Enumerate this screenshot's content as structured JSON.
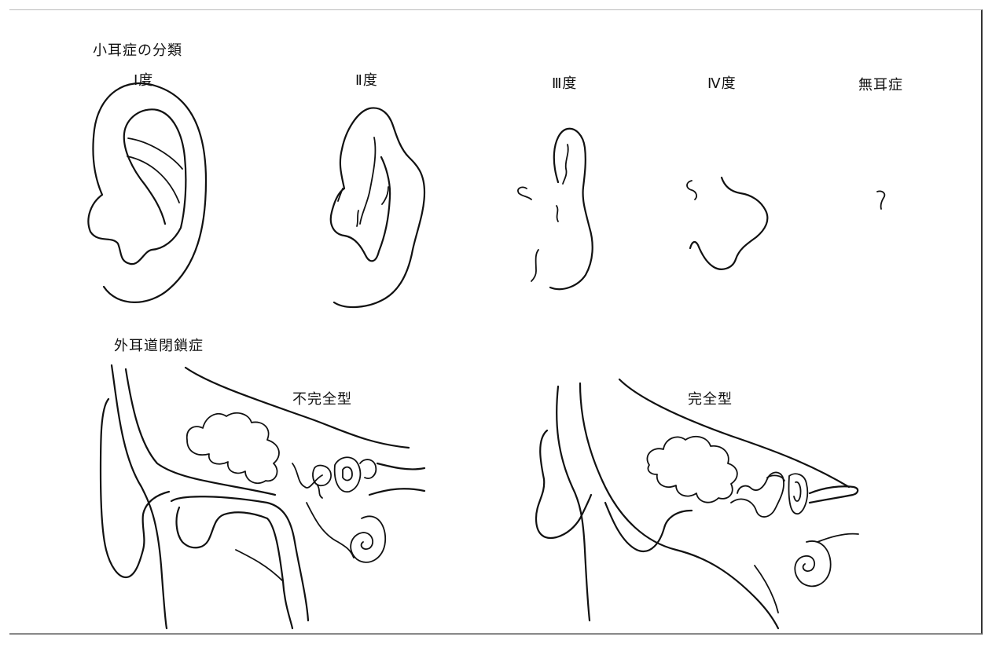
{
  "microtia": {
    "title": "小耳症の分類",
    "grades": [
      {
        "label": "Ⅰ度"
      },
      {
        "label": "Ⅱ度"
      },
      {
        "label": "Ⅲ度"
      },
      {
        "label": "Ⅳ度"
      },
      {
        "label": "無耳症"
      }
    ]
  },
  "atresia": {
    "title": "外耳道閉鎖症",
    "types": [
      {
        "label": "不完全型"
      },
      {
        "label": "完全型"
      }
    ]
  }
}
